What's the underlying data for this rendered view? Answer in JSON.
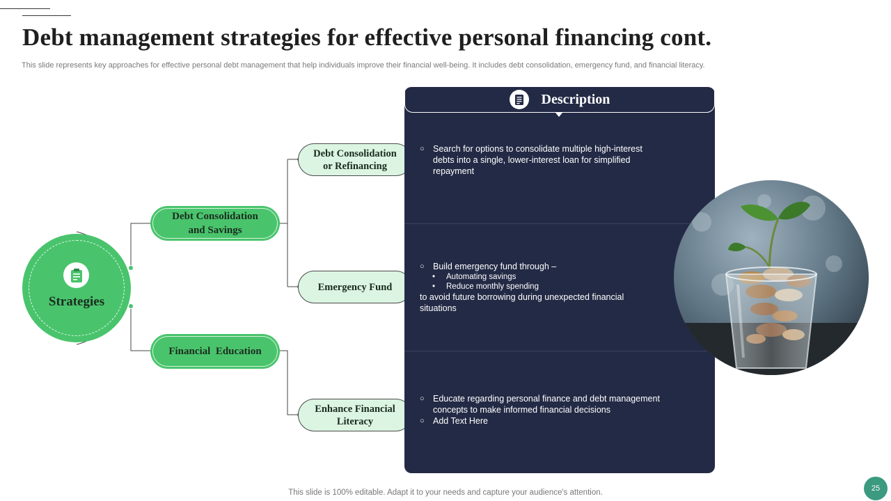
{
  "title": "Debt management strategies for effective personal financing cont.",
  "subtitle": "This slide represents key approaches for effective personal debt management that help individuals improve their financial well-being. It includes debt consolidation, emergency fund, and financial literacy.",
  "center": {
    "label": "Strategies",
    "icon": "clipboard-icon"
  },
  "strategies": [
    {
      "label": "Debt Consolidation and Savings"
    },
    {
      "label": "Financial  Education"
    }
  ],
  "sub_strategies": [
    {
      "label": "Debt Consolidation or Refinancing"
    },
    {
      "label": "Emergency Fund"
    },
    {
      "label": "Enhance Financial Literacy"
    }
  ],
  "description": {
    "title": "Description",
    "icon": "document-icon",
    "block1": {
      "item1": "Search for options to consolidate multiple high-interest debts into a single, lower-interest loan for simplified repayment"
    },
    "block2": {
      "item1": "Build emergency fund through –",
      "sub1": "Automating savings",
      "sub2": "Reduce monthly spending",
      "tail": "to avoid future borrowing during unexpected financial situations"
    },
    "block3": {
      "item1": "Educate regarding  personal finance  and debt management concepts to make informed financial decisions",
      "item2": "Add Text Here"
    }
  },
  "photo": {
    "icon": "coin-jar-plant-photo"
  },
  "footer": "This slide is 100% editable. Adapt it to your needs and capture your audience's attention.",
  "page_number": "25",
  "colors": {
    "green": "#49c46c",
    "light_green": "#dbf5e2",
    "navy": "#232a45",
    "badge": "#3b9a80"
  }
}
